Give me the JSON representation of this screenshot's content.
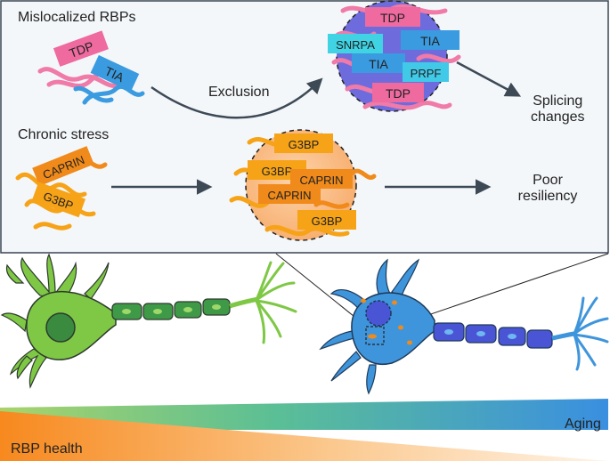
{
  "top_panel": {
    "mislocalized_heading": "Mislocalized RBPs",
    "chronic_heading": "Chronic stress",
    "exclusion_label": "Exclusion",
    "outcome_top_line1": "Splicing",
    "outcome_top_line2": "changes",
    "outcome_bottom_line1": "Poor",
    "outcome_bottom_line2": "resiliency"
  },
  "protein_tags": {
    "tdp": "TDP",
    "tia": "TIA",
    "snrpa": "SNRPA",
    "prpf": "PRPF",
    "caprin": "CAPRIN",
    "g3bp": "G3BP"
  },
  "bottom_panel": {
    "aging_label": "Aging",
    "health_label": "RBP health"
  },
  "colors": {
    "tdp_pink": "#ee6a9f",
    "tia_blue": "#3a9be0",
    "snrpa_cyan": "#3fd3e3",
    "prpf_cyan": "#41c9e8",
    "rna_pink": "#f07aa8",
    "condensate_purple": "#6e6cdc",
    "caprin_orange": "#f08a1a",
    "g3bp_amber": "#f6a318",
    "stress_granule_peach": "#fbc089",
    "healthy_neuron_green": "#7ec845",
    "aged_neuron_blue": "#3f95db",
    "aged_axon_indigo": "#4a55d6",
    "panel_bg": "#f3f6f9"
  }
}
